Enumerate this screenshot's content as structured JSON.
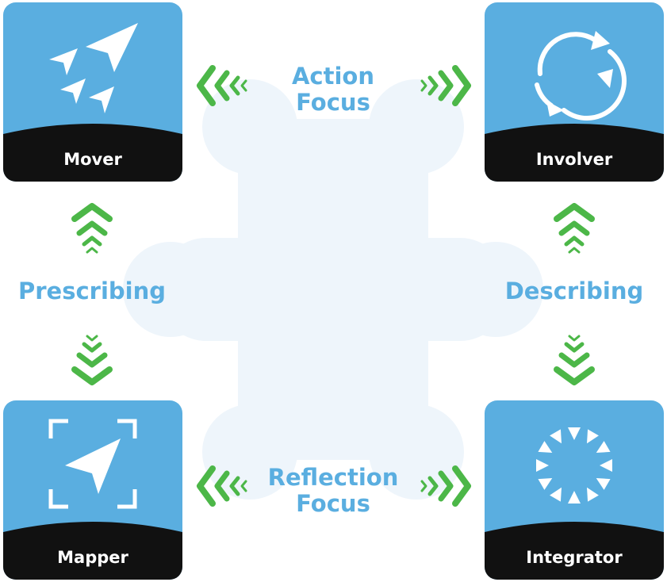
{
  "colors": {
    "card_blue": "#5aaee0",
    "label_band": "#111111",
    "arrow_green": "#4cb748",
    "axis_text": "#5aaee0",
    "background_shape": "#eef5fb"
  },
  "cards": {
    "mover": {
      "label": "Mover",
      "icon": "paper-planes-icon"
    },
    "involver": {
      "label": "Involver",
      "icon": "cycle-arrows-icon"
    },
    "mapper": {
      "label": "Mapper",
      "icon": "focus-frame-pointer-icon"
    },
    "integrator": {
      "label": "Integrator",
      "icon": "converging-arrows-icon"
    }
  },
  "axes": {
    "top": {
      "line1": "Action",
      "line2": "Focus"
    },
    "bottom": {
      "line1": "Reflection",
      "line2": "Focus"
    },
    "left": {
      "text": "Prescribing"
    },
    "right": {
      "text": "Describing"
    }
  }
}
